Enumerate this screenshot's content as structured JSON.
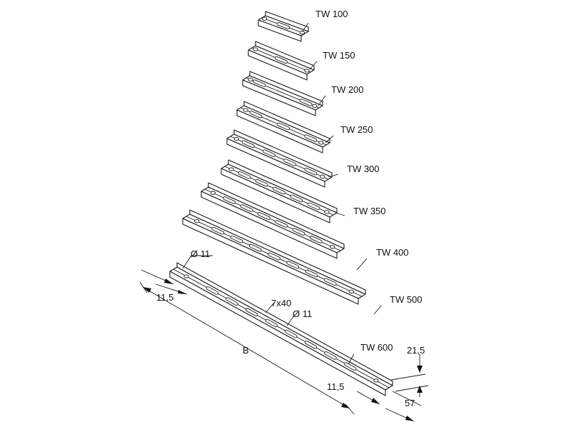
{
  "rails": [
    {
      "label": "TW 100"
    },
    {
      "label": "TW 150"
    },
    {
      "label": "TW 200"
    },
    {
      "label": "TW 250"
    },
    {
      "label": "TW 300"
    },
    {
      "label": "TW 350"
    },
    {
      "label": "TW 400"
    },
    {
      "label": "TW 500"
    },
    {
      "label": "TW 600"
    }
  ],
  "dimensions": {
    "hole_diameter_end": "Ø 11",
    "end_offset_left": "11,5",
    "slot_size": "7x40",
    "hole_diameter_mid": "Ø 11",
    "length": "B",
    "end_offset_right": "11,5",
    "height": "21,5",
    "width": "57"
  },
  "colors": {
    "line": "#1a1a1a",
    "background": "#ffffff"
  }
}
